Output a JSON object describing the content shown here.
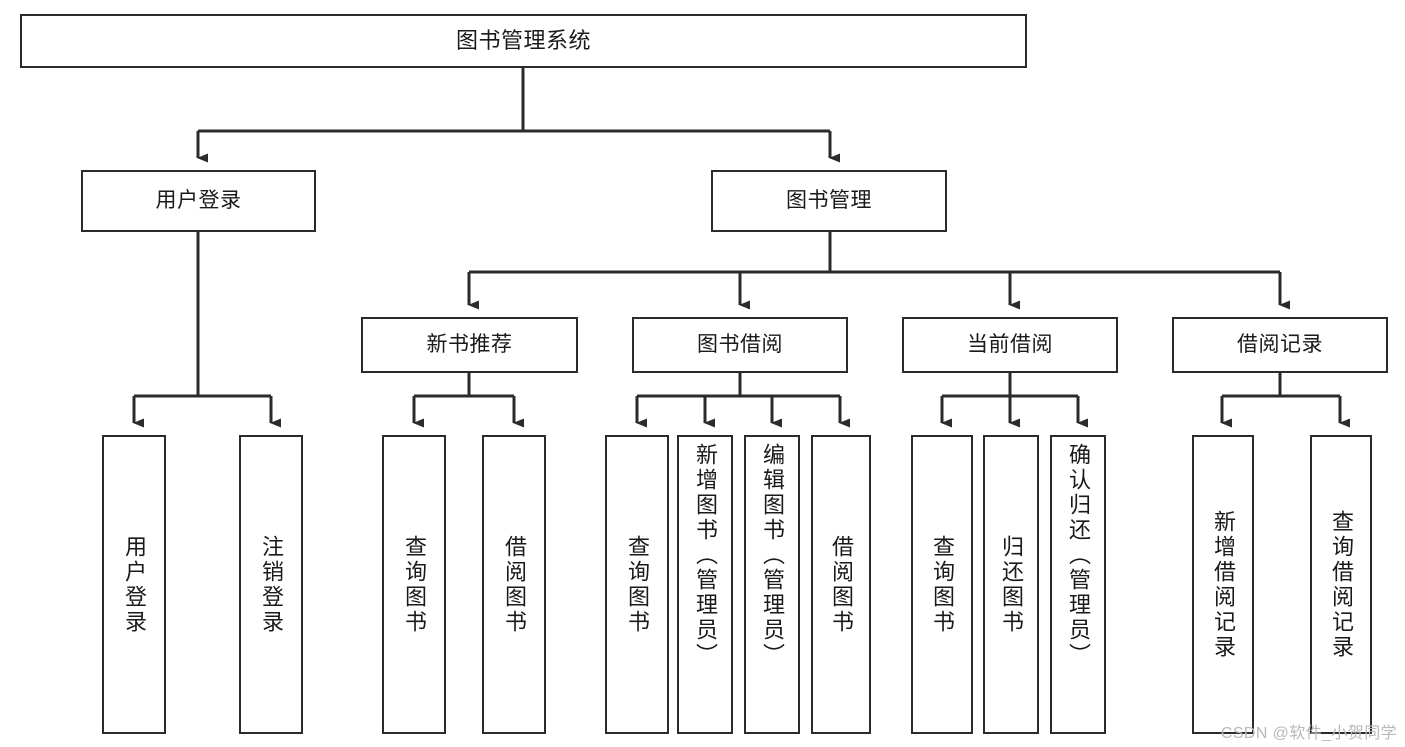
{
  "diagram": {
    "type": "tree",
    "title": "图书管理系统",
    "orientation": "top-down",
    "colors": {
      "box_border": "#2b2b2b",
      "box_fill": "#ffffff",
      "connector": "#2b2b2b",
      "text": "#1a1a1a",
      "watermark": "#b9b9b9",
      "background": "#ffffff"
    }
  },
  "root": {
    "label": "图书管理系统"
  },
  "level2": [
    {
      "label": "用户登录"
    },
    {
      "label": "图书管理"
    }
  ],
  "level3": [
    {
      "label": "新书推荐"
    },
    {
      "label": "图书借阅"
    },
    {
      "label": "当前借阅"
    },
    {
      "label": "借阅记录"
    }
  ],
  "leaves": {
    "user_login": [
      {
        "label": "用户登录"
      },
      {
        "label": "注销登录"
      }
    ],
    "new_book_recommend": [
      {
        "label": "查询图书"
      },
      {
        "label": "借阅图书"
      }
    ],
    "book_borrow": [
      {
        "label": "查询图书"
      },
      {
        "label": "新增图书（管理员）"
      },
      {
        "label": "编辑图书（管理员）"
      },
      {
        "label": "借阅图书"
      }
    ],
    "current_borrow": [
      {
        "label": "查询图书"
      },
      {
        "label": "归还图书"
      },
      {
        "label": "确认归还（管理员）"
      }
    ],
    "borrow_record": [
      {
        "label": "新增借阅记录"
      },
      {
        "label": "查询借阅记录"
      }
    ]
  },
  "watermark": {
    "text": "CSDN @软件_小贺同学"
  }
}
